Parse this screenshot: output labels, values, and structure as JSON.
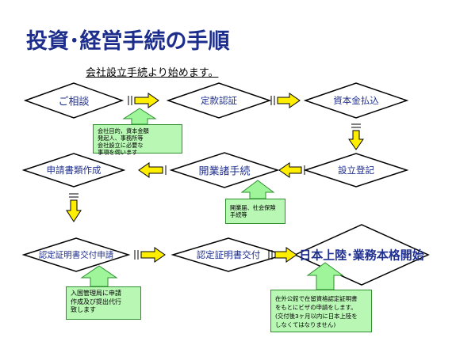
{
  "title": "投資･経営手続の手順",
  "subtitle": "会社設立手続より始めます。",
  "nodes": {
    "consult": "ご相談",
    "articles": "定款認証",
    "capital": "資本金払込",
    "registration": "設立登記",
    "business_procedures": "開業諸手続",
    "application_docs": "申請書類作成",
    "cert_application": "認定証明書交付申請",
    "cert_issued": "認定証明書交付",
    "start": "日本上陸･業務本格開始"
  },
  "notes": {
    "consult_note": [
      "会社目的，資本金額",
      "発起人、事務所等",
      "会社設立に必要な",
      "事項を伺います"
    ],
    "business_note": [
      "開業届、社会保険",
      "手続等"
    ],
    "immigration_note": [
      "入国管理局に申請",
      "作成及び提出代行",
      "致します"
    ],
    "consulate_note": [
      "在外公館で在留資格認定証明書",
      "をもとにビザの申請をします。",
      "(交付後3ヶ月以内に日本上陸を",
      "しなくてはなりません)"
    ]
  },
  "colors": {
    "title": "#1c2d8c",
    "node_text": "#1f2f8f",
    "arrow_fill": "#ffee00",
    "note_fill": "#b9f7b4",
    "note_arrow": "#9ef59a",
    "stroke": "#000000"
  }
}
